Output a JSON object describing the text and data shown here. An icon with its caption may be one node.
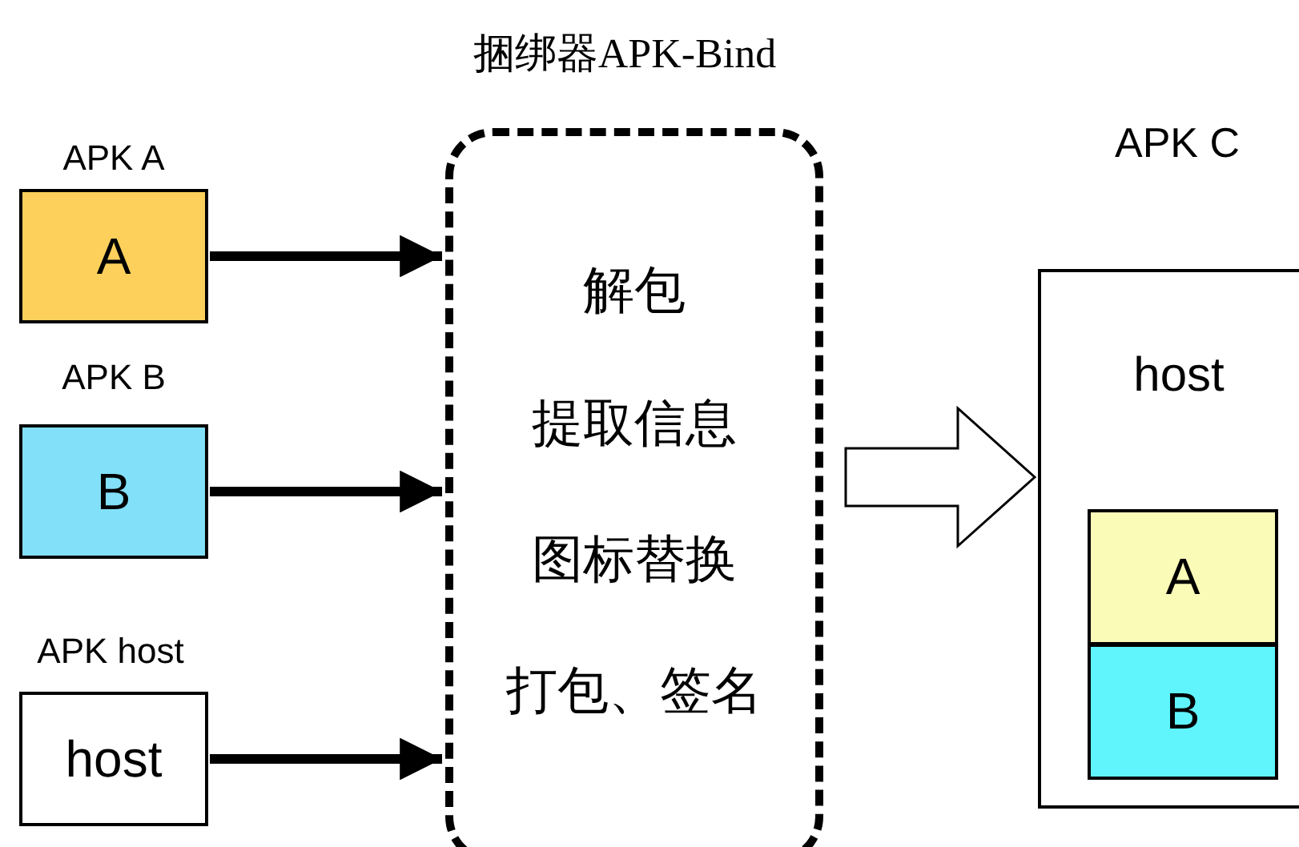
{
  "diagram": {
    "nodes": [
      {
        "text": [
          "APK A",
          "A"
        ]
      },
      {
        "text": [
          "APK B",
          "B"
        ]
      },
      {
        "text": [
          "APK host",
          "host"
        ]
      },
      {
        "text": [
          "捆绑器APK-Bind",
          "解包",
          "提取信息",
          "图标替换",
          "打包、签名"
        ]
      },
      {
        "text": [
          "APK C",
          "host"
        ]
      },
      {
        "text": [
          "A"
        ],
        "in": 4
      },
      {
        "text": [
          "B"
        ],
        "in": 4
      }
    ],
    "edges": [
      {
        "from": 0,
        "to": 3,
        "arrow": "to"
      },
      {
        "from": 1,
        "to": 3,
        "arrow": "to"
      },
      {
        "from": 2,
        "to": 3,
        "arrow": "to"
      },
      {
        "from": 3,
        "to": 4,
        "arrow": "to",
        "style": "thick"
      }
    ]
  }
}
